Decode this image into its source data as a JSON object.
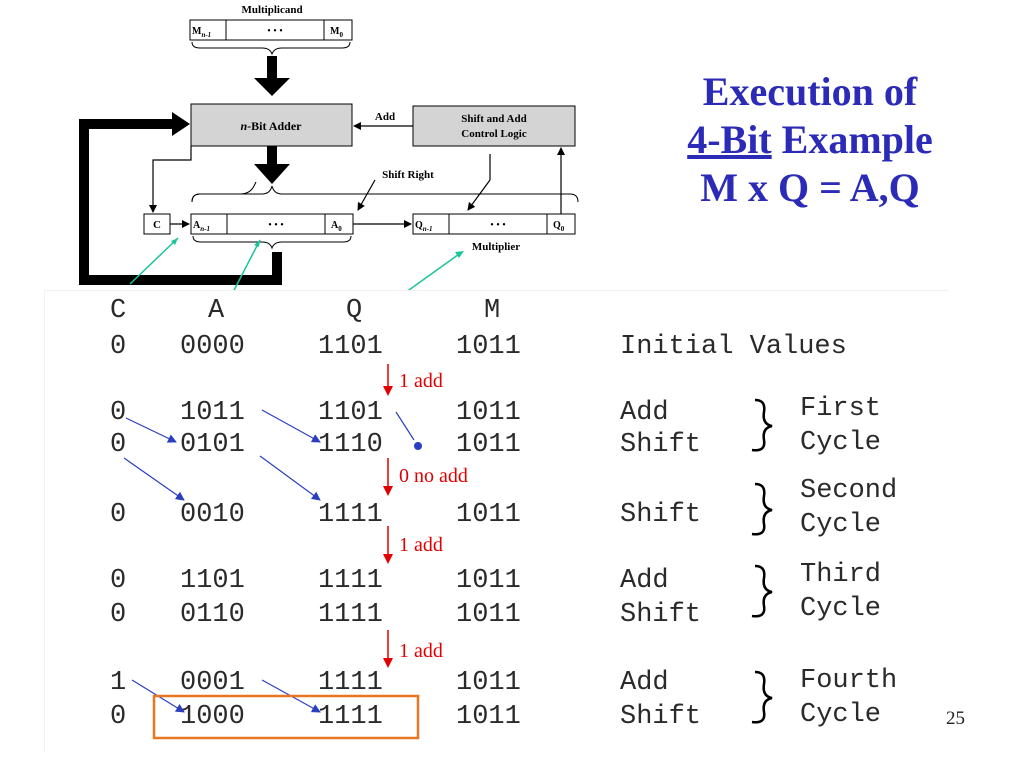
{
  "title": {
    "line1": "Execution of",
    "line2_underlined": "4-Bit",
    "line2_rest": " Example",
    "line3": "M x Q = A,Q"
  },
  "diagram": {
    "multiplicand_label": "Multiplicand",
    "m_high": "M",
    "m_high_sub": "n-1",
    "m_low": "M",
    "m_low_sub": "0",
    "dots": "•  •  •",
    "adder_label_italic": "n",
    "adder_label_rest": "-Bit Adder",
    "add_label": "Add",
    "control_line1": "Shift and Add",
    "control_line2": "Control Logic",
    "shift_right_label": "Shift Right",
    "c_label": "C",
    "a_high": "A",
    "a_high_sub": "n-1",
    "a_low": "A",
    "a_low_sub": "0",
    "q_high": "Q",
    "q_high_sub": "n-1",
    "q_low": "Q",
    "q_low_sub": "0",
    "multiplier_label": "Multiplier"
  },
  "table": {
    "headers": [
      "C",
      "A",
      "Q",
      "M"
    ],
    "rows": [
      {
        "c": "0",
        "a": "0000",
        "q": "1101",
        "m": "1011",
        "op": "Initial Values"
      },
      {
        "c": "0",
        "a": "1011",
        "q": "1101",
        "m": "1011",
        "op": "Add"
      },
      {
        "c": "0",
        "a": "0101",
        "q": "1110",
        "m": "1011",
        "op": "Shift"
      },
      {
        "c": "0",
        "a": "0010",
        "q": "1111",
        "m": "1011",
        "op": "Shift"
      },
      {
        "c": "0",
        "a": "1101",
        "q": "1111",
        "m": "1011",
        "op": "Add"
      },
      {
        "c": "0",
        "a": "0110",
        "q": "1111",
        "m": "1011",
        "op": "Shift"
      },
      {
        "c": "1",
        "a": "0001",
        "q": "1111",
        "m": "1011",
        "op": "Add"
      },
      {
        "c": "0",
        "a": "1000",
        "q": "1111",
        "m": "1011",
        "op": "Shift"
      }
    ],
    "cycles": [
      {
        "word": "First",
        "cycle": "Cycle"
      },
      {
        "word": "Second",
        "cycle": "Cycle"
      },
      {
        "word": "Third",
        "cycle": "Cycle"
      },
      {
        "word": "Fourth",
        "cycle": "Cycle"
      }
    ],
    "steps": [
      "1 add",
      "0 no add",
      "1 add",
      "1 add"
    ]
  },
  "slide_number": "25",
  "colors": {
    "title_blue": "#2b2bb8",
    "annotation_red": "#e00000",
    "arrow_blue": "#2a3fbf",
    "pointer_teal": "#19c49a",
    "result_box_orange": "#e87722",
    "adder_fill": "#d4d4d4"
  }
}
